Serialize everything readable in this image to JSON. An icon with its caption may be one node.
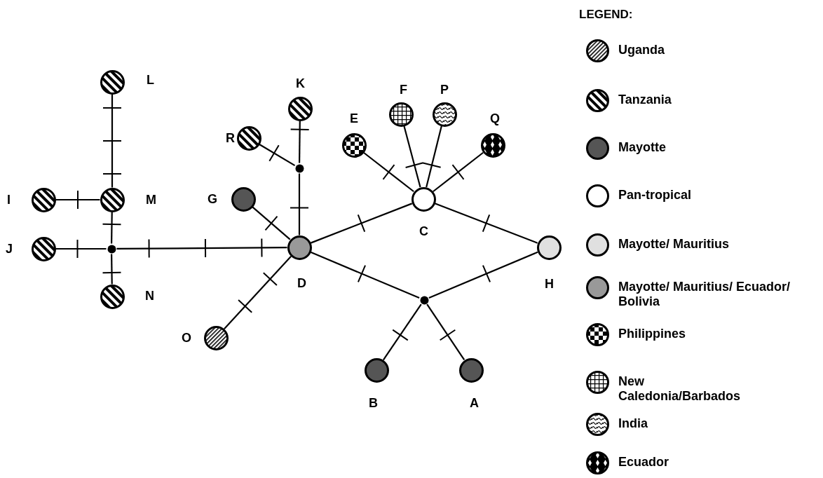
{
  "diagram": {
    "nodes": [
      {
        "text": [
          "L"
        ]
      },
      {
        "text": [
          "K"
        ]
      },
      {
        "text": [
          "F"
        ]
      },
      {
        "text": [
          "P"
        ]
      },
      {
        "text": [
          "E"
        ]
      },
      {
        "text": [
          "Q"
        ]
      },
      {
        "text": [
          "R"
        ]
      },
      {
        "text": [],
        "shape": "circle"
      },
      {
        "text": [
          "G"
        ]
      },
      {
        "text": [
          "I"
        ]
      },
      {
        "text": [
          "M"
        ]
      },
      {
        "text": [
          "C"
        ]
      },
      {
        "text": [
          "J"
        ]
      },
      {
        "text": [],
        "shape": "circle"
      },
      {
        "text": [
          "D"
        ]
      },
      {
        "text": [
          "H"
        ]
      },
      {
        "text": [
          "N"
        ]
      },
      {
        "text": [],
        "shape": "circle"
      },
      {
        "text": [
          "O"
        ]
      },
      {
        "text": [
          "B"
        ]
      },
      {
        "text": [
          "A"
        ]
      }
    ],
    "edges": [
      {
        "from": 0,
        "to": 10,
        "arrow": "none"
      },
      {
        "from": 9,
        "to": 10,
        "arrow": "none"
      },
      {
        "from": 10,
        "to": 13,
        "arrow": "none"
      },
      {
        "from": 12,
        "to": 13,
        "arrow": "none"
      },
      {
        "from": 16,
        "to": 13,
        "arrow": "none"
      },
      {
        "from": 13,
        "to": 14,
        "arrow": "none"
      },
      {
        "from": 1,
        "to": 7,
        "arrow": "none"
      },
      {
        "from": 6,
        "to": 7,
        "arrow": "none"
      },
      {
        "from": 7,
        "to": 14,
        "arrow": "none"
      },
      {
        "from": 8,
        "to": 14,
        "arrow": "none"
      },
      {
        "from": 18,
        "to": 14,
        "arrow": "none"
      },
      {
        "from": 14,
        "to": 11,
        "arrow": "none"
      },
      {
        "from": 14,
        "to": 17,
        "arrow": "none"
      },
      {
        "from": 11,
        "to": 15,
        "arrow": "none"
      },
      {
        "from": 15,
        "to": 17,
        "arrow": "none"
      },
      {
        "from": 4,
        "to": 11,
        "arrow": "none"
      },
      {
        "from": 2,
        "to": 11,
        "arrow": "none"
      },
      {
        "from": 3,
        "to": 11,
        "arrow": "none"
      },
      {
        "from": 5,
        "to": 11,
        "arrow": "none"
      },
      {
        "from": 19,
        "to": 17,
        "arrow": "none"
      },
      {
        "from": 20,
        "to": 17,
        "arrow": "none"
      }
    ],
    "labels": [
      "LEGEND:"
    ],
    "legend": [
      {
        "text": "Uganda"
      },
      {
        "text": "Tanzania"
      },
      {
        "text": "Mayotte",
        "color": "#555555"
      },
      {
        "text": "Pan-tropical",
        "color": "#ffffff"
      },
      {
        "text": "Mayotte/ Mauritius",
        "color": "#e0e0e0"
      },
      {
        "text": "Mayotte/ Mauritius/ Ecuador/ Bolivia",
        "color": "#999999"
      },
      {
        "text": "Philippines"
      },
      {
        "text": "New Caledonia/Barbados"
      },
      {
        "text": "India"
      },
      {
        "text": "Ecuador"
      }
    ]
  }
}
